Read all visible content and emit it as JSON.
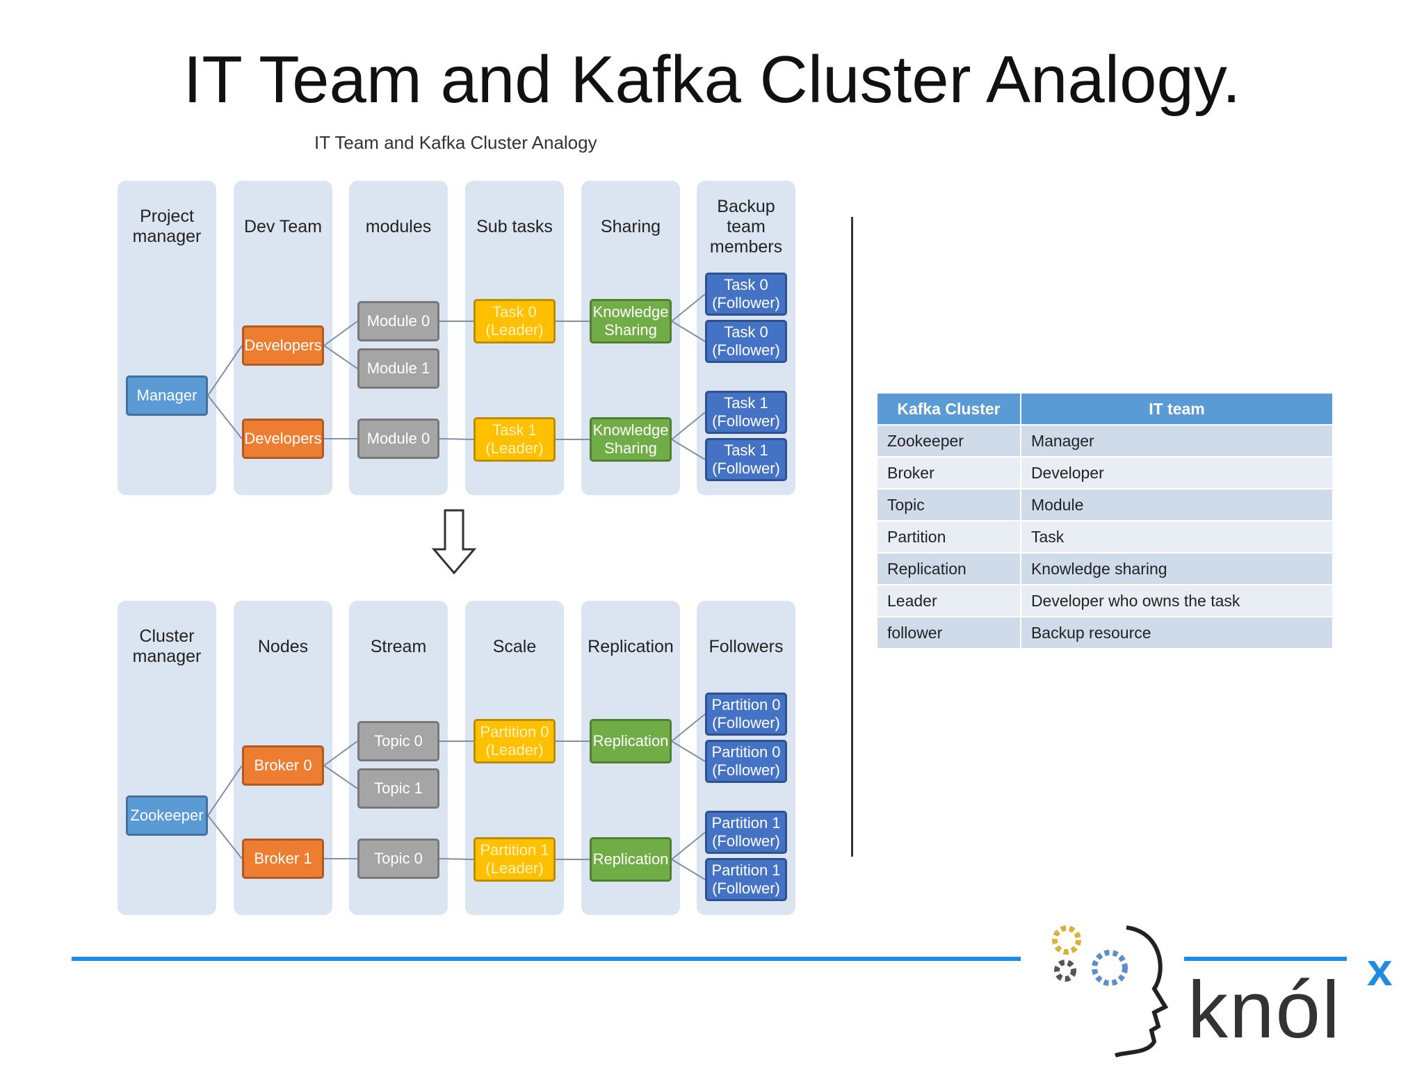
{
  "slide_title": "IT Team and Kafka Cluster Analogy.",
  "diagram_title": "IT Team and Kafka Cluster Analogy",
  "top_columns": [
    "Project\nmanager",
    "Dev Team",
    "modules",
    "Sub tasks",
    "Sharing",
    "Backup\nteam\nmembers"
  ],
  "top_nodes": {
    "manager": "Manager",
    "dev1": "Developers",
    "dev2": "Developers",
    "mod_a": "Module 0",
    "mod_b": "Module 1",
    "mod_c": "Module 0",
    "task_a": "Task 0\n(Leader)",
    "task_b": "Task 1\n(Leader)",
    "share_a": "Knowledge\nSharing",
    "share_b": "Knowledge\nSharing",
    "back_a": "Task 0\n(Follower)",
    "back_b": "Task 0\n(Follower)",
    "back_c": "Task 1\n(Follower)",
    "back_d": "Task 1\n(Follower)"
  },
  "bottom_columns": [
    "Cluster\nmanager",
    "Nodes",
    "Stream",
    "Scale",
    "Replication",
    "Followers"
  ],
  "bottom_nodes": {
    "manager": "Zookeeper",
    "dev1": "Broker 0",
    "dev2": "Broker 1",
    "mod_a": "Topic 0",
    "mod_b": "Topic 1",
    "mod_c": "Topic 0",
    "task_a": "Partition 0\n(Leader)",
    "task_b": "Partition 1\n(Leader)",
    "share_a": "Replication",
    "share_b": "Replication",
    "back_a": "Partition 0\n(Follower)",
    "back_b": "Partition 0\n(Follower)",
    "back_c": "Partition 1\n(Follower)",
    "back_d": "Partition 1\n(Follower)"
  },
  "table": {
    "headers": [
      "Kafka Cluster",
      "IT team"
    ],
    "rows": [
      [
        "Zookeeper",
        "Manager"
      ],
      [
        "Broker",
        "Developer"
      ],
      [
        "Topic",
        "Module"
      ],
      [
        "Partition",
        "Task"
      ],
      [
        "Replication",
        "Knowledge sharing"
      ],
      [
        "Leader",
        "Developer who owns the task"
      ],
      [
        "follower",
        "Backup resource"
      ]
    ]
  },
  "logo": {
    "word": "knól",
    "mark": "x"
  },
  "colors": {
    "accent_line": "#1e8ce3",
    "column_bg": "#dbe5f1",
    "manager": "#5b9bd5",
    "developer": "#ed7d31",
    "module": "#a5a5a5",
    "leader": "#ffc000",
    "sharing": "#70ad47",
    "follower": "#4472c4"
  }
}
